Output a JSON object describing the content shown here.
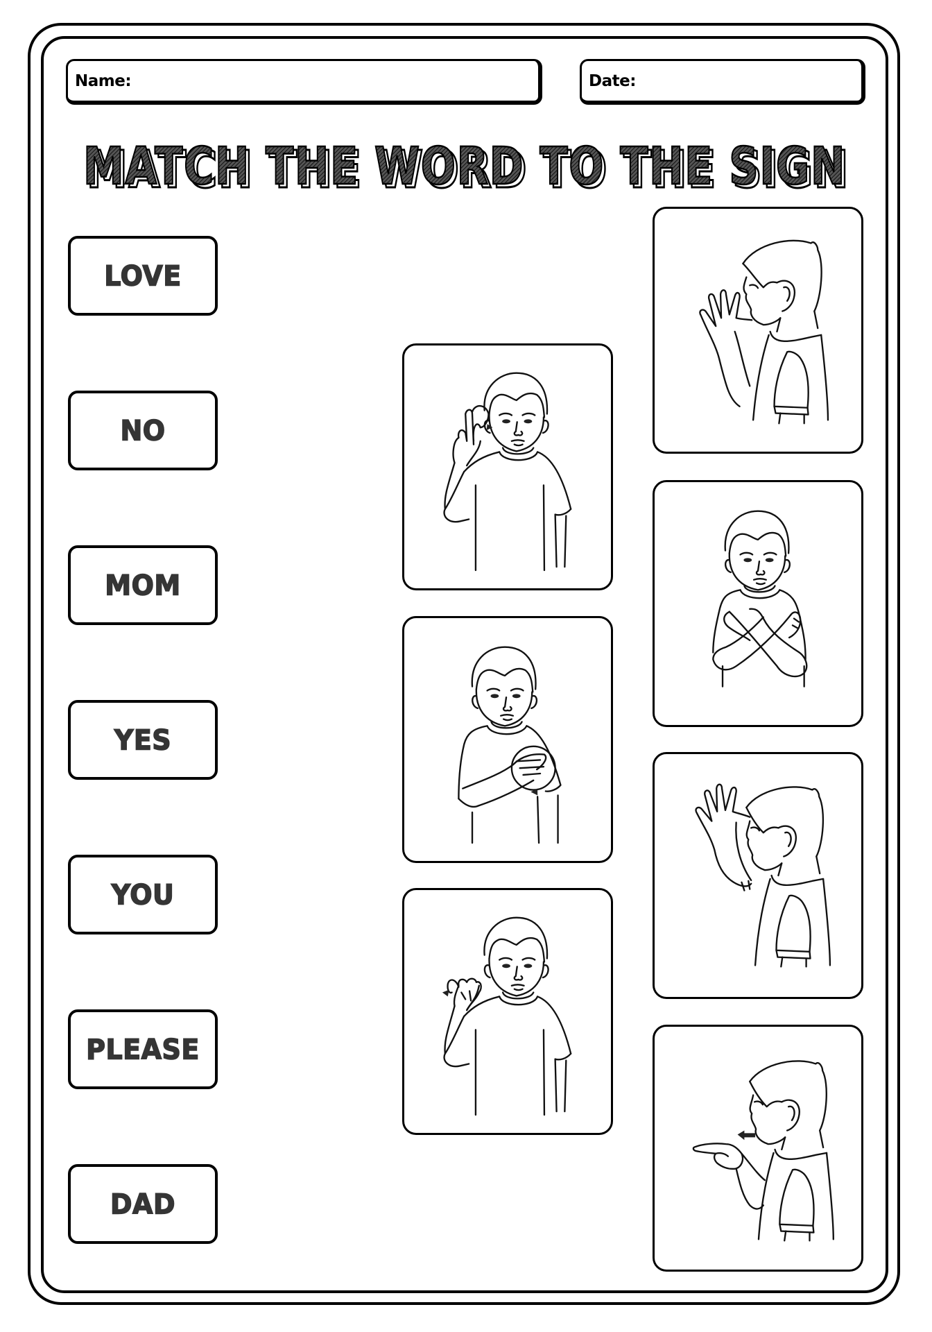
{
  "worksheet": {
    "name_label": "Name:",
    "date_label": "Date:",
    "title": "MATCH THE WORD TO THE SIGN"
  },
  "words": [
    {
      "label": "LOVE"
    },
    {
      "label": "NO"
    },
    {
      "label": "MOM"
    },
    {
      "label": "YES"
    },
    {
      "label": "YOU"
    },
    {
      "label": "PLEASE"
    },
    {
      "label": "DAD"
    }
  ],
  "signs_middle_column": [
    {
      "icon": "sign-illustration-front-hand-raised-arrow"
    },
    {
      "icon": "sign-illustration-front-hand-circle-chest"
    },
    {
      "icon": "sign-illustration-front-fist-nod"
    }
  ],
  "signs_right_column": [
    {
      "icon": "sign-illustration-profile-open-hand-chin"
    },
    {
      "icon": "sign-illustration-front-arms-crossed"
    },
    {
      "icon": "sign-illustration-profile-open-hand-forehead"
    },
    {
      "icon": "sign-illustration-profile-pointing-forward"
    }
  ],
  "colors": {
    "stroke": "#000000",
    "word_text": "#353535",
    "background": "#ffffff"
  }
}
